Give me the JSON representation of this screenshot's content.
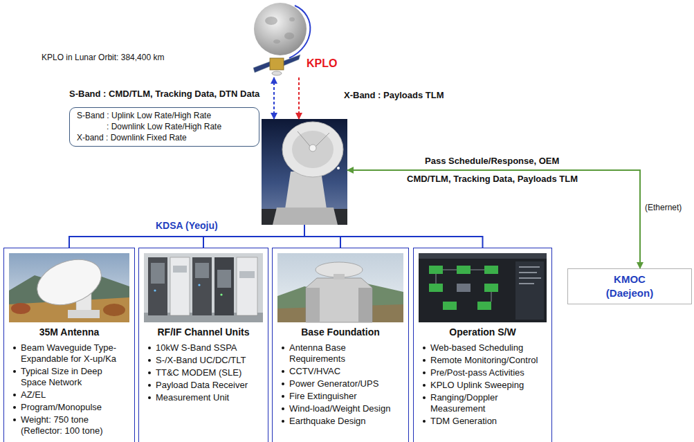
{
  "diagram": {
    "nodes": [
      {
        "text": [
          "KPLO"
        ]
      },
      {
        "text": [
          "S-Band : Uplink Low Rate/High Rate",
          ": Downlink Low Rate/High Rate",
          "X-band : Downlink Fixed Rate"
        ]
      },
      {
        "text": [
          "KDSA (Yeoju)"
        ]
      },
      {
        "text": [
          "KMOC (Daejeon)"
        ]
      },
      {
        "text": [
          "35M Antenna",
          "Beam Waveguide Type-Expandable for X-up/Ka",
          "Typical Size in Deep Space Network",
          "AZ/EL",
          "Program/Monopulse",
          "Weight: 750 tone (Reflector: 100 tone)"
        ]
      },
      {
        "text": [
          "RF/IF Channel Units",
          "10kW S-Band SSPA",
          "S-/X-Band UC/DC/TLT",
          "TT&C MODEM (SLE)",
          "Payload Data Receiver",
          "Measurement Unit"
        ]
      },
      {
        "text": [
          "Base Foundation",
          "Antenna Base Requirements",
          "CCTV/HVAC",
          "Power Generator/UPS",
          "Fire Extinguisher",
          "Wind-load/Weight Design",
          "Earthquake Design"
        ]
      },
      {
        "text": [
          "Operation S/W",
          "Web-based Scheduling",
          "Remote Monitoring/Control",
          "Pre/Post-pass Activities",
          "KPLO Uplink Sweeping",
          "Ranging/Doppler Measurement",
          "TDM Generation"
        ]
      }
    ],
    "edges": [
      {
        "from": 2,
        "to": 0,
        "arrow": "both"
      },
      {
        "from": 0,
        "to": 2,
        "arrow": "to"
      },
      {
        "from": 2,
        "to": 3,
        "arrow": "both"
      },
      {
        "from": 2,
        "to": 4,
        "arrow": "none"
      },
      {
        "from": 2,
        "to": 5,
        "arrow": "none"
      },
      {
        "from": 2,
        "to": 6,
        "arrow": "none"
      },
      {
        "from": 2,
        "to": 7,
        "arrow": "none"
      }
    ],
    "labels": [
      "KPLO in Lunar Orbit: 384,400 km",
      "S-Band : CMD/TLM, Tracking Data, DTN Data",
      "X-Band : Payloads TLM",
      "Pass Schedule/Response, OEM",
      "CMD/TLM, Tracking Data, Payloads TLM",
      "(Ethernet)"
    ]
  }
}
